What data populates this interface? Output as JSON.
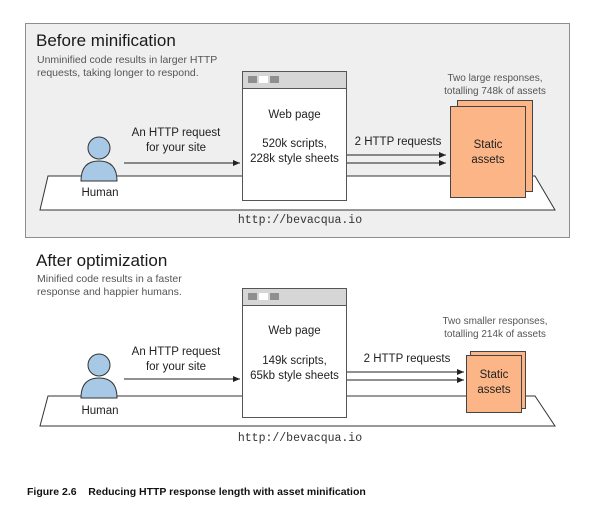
{
  "before": {
    "title": "Before minification",
    "subtitle_line1": "Unminified code results in larger HTTP",
    "subtitle_line2": "requests, taking longer to respond.",
    "human_label": "Human",
    "request_line1": "An HTTP request",
    "request_line2": "for your site",
    "browser_title": "Web page",
    "browser_line1": "520k scripts,",
    "browser_line2": "228k style sheets",
    "http_requests": "2 HTTP requests",
    "responses_line1": "Two large responses,",
    "responses_line2": "totalling 748k of assets",
    "assets_line1": "Static",
    "assets_line2": "assets",
    "url": "http://bevacqua.io"
  },
  "after": {
    "title": "After optimization",
    "subtitle_line1": "Minified code results in a faster",
    "subtitle_line2": "response and happier humans.",
    "human_label": "Human",
    "request_line1": "An HTTP request",
    "request_line2": "for your site",
    "browser_title": "Web page",
    "browser_line1": "149k scripts,",
    "browser_line2": "65kb style sheets",
    "http_requests": "2 HTTP requests",
    "responses_line1": "Two smaller responses,",
    "responses_line2": "totalling 214k of assets",
    "assets_line1": "Static",
    "assets_line2": "assets",
    "url": "http://bevacqua.io"
  },
  "caption": "Figure 2.6    Reducing HTTP response length with asset minification",
  "colors": {
    "panel_bg": "#efefef",
    "person": "#a8c9e6",
    "assets": "#fcb586",
    "platform": "#ffffff"
  }
}
